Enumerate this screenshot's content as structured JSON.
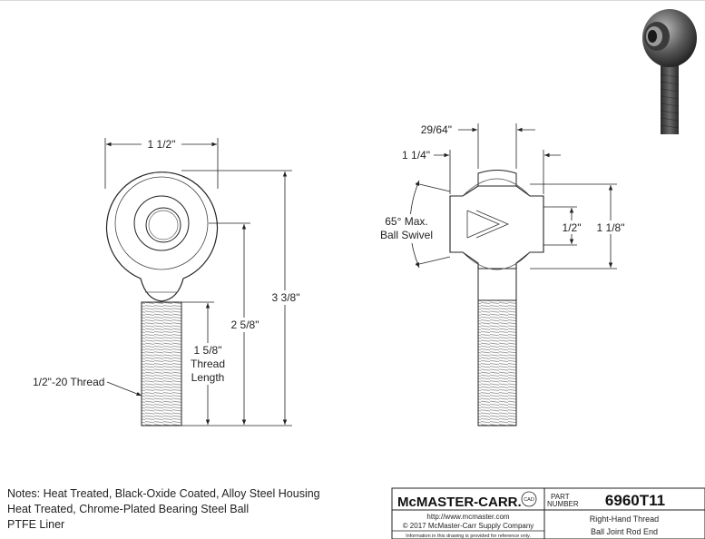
{
  "dimensions": {
    "front_width": "1 1/2\"",
    "overall_length": "3 3/8\"",
    "center_to_end": "2 5/8\"",
    "thread_length_value": "1 5/8\"",
    "thread_length_label_1": "Thread",
    "thread_length_label_2": "Length",
    "thread_callout": "1/2\"-20 Thread",
    "ball_width": "29/64\"",
    "housing_width": "1 1/4\"",
    "swivel_angle": "65° Max.",
    "swivel_label": "Ball Swivel",
    "bore": "1/2\"",
    "ball_dia": "1 1/8\""
  },
  "notes": [
    "Notes: Heat Treated, Black-Oxide Coated, Alloy Steel Housing",
    "Heat Treated, Chrome-Plated Bearing Steel Ball",
    "PTFE Liner"
  ],
  "title_block": {
    "company": "McMASTER-CARR.",
    "cad_label": "CAD",
    "website": "http://www.mcmaster.com",
    "copyright": "© 2017 McMaster-Carr Supply Company",
    "disclaimer": "Information in this drawing is provided for reference only.",
    "part_label_1": "PART",
    "part_label_2": "NUMBER",
    "part_number": "6960T11",
    "description_1": "Right-Hand Thread",
    "description_2": "Ball Joint Rod End"
  }
}
